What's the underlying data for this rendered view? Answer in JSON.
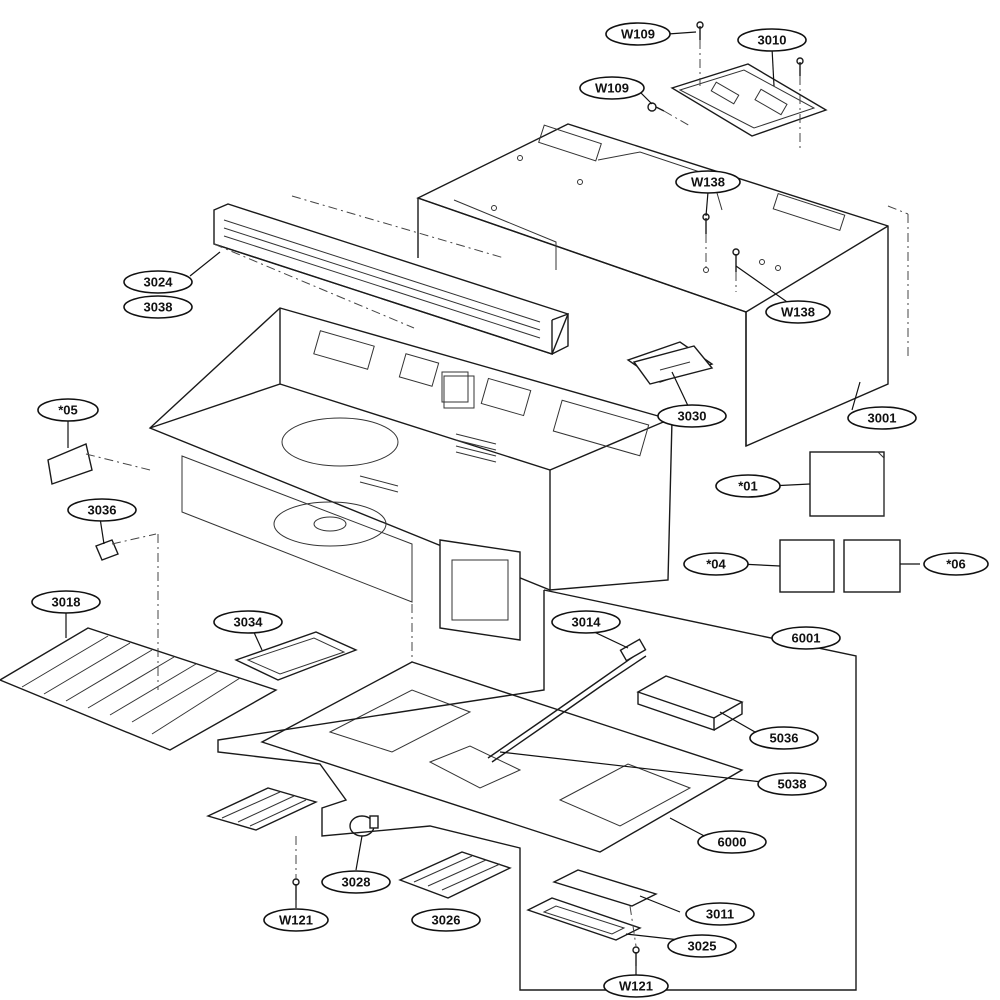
{
  "callouts": {
    "w109_top": "W109",
    "p3010": "3010",
    "w109_mid": "W109",
    "w138_a": "W138",
    "w138_b": "W138",
    "p3024": "3024",
    "p3038": "3038",
    "p3030": "3030",
    "p3001": "3001",
    "s05": "*05",
    "s01": "*01",
    "p3036": "3036",
    "s04": "*04",
    "s06": "*06",
    "p3018": "3018",
    "p3034": "3034",
    "p3014": "3014",
    "p6001": "6001",
    "p5036": "5036",
    "p5038": "5038",
    "p6000": "6000",
    "p3028": "3028",
    "p3011": "3011",
    "w121_left": "W121",
    "p3026": "3026",
    "p3025": "3025",
    "w121_right": "W121"
  }
}
